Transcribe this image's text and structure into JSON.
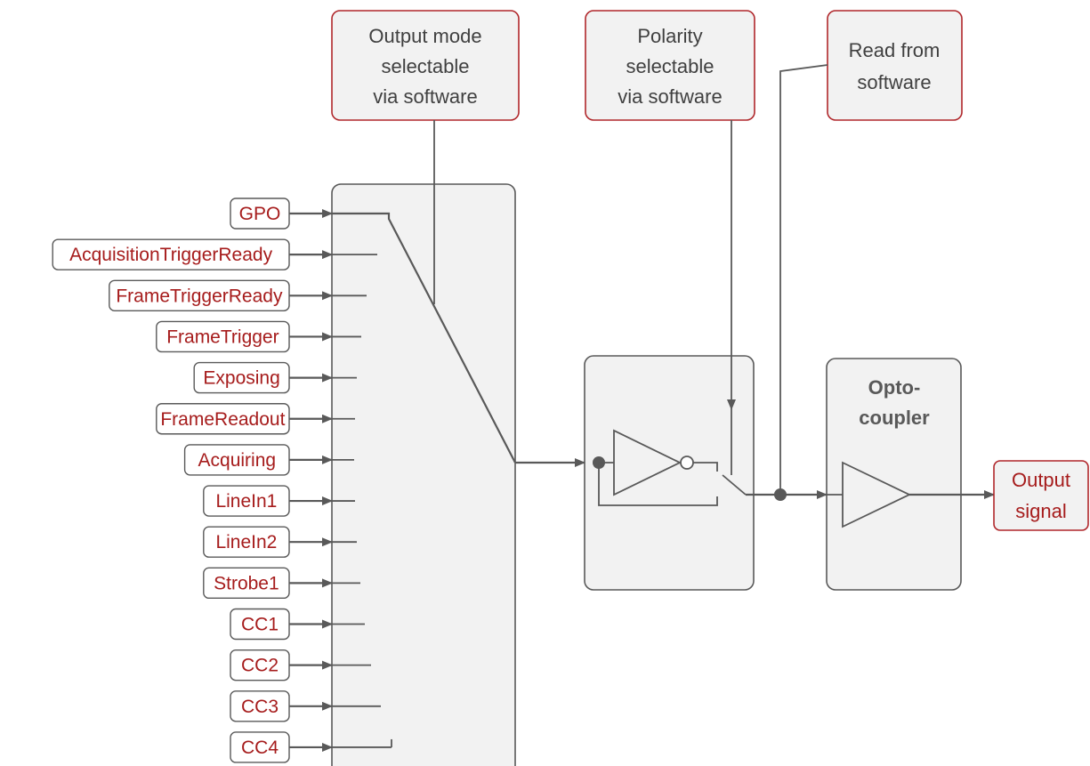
{
  "notes": {
    "output_mode": [
      "Output mode",
      "selectable",
      "via software"
    ],
    "polarity": [
      "Polarity",
      "selectable",
      "via software"
    ],
    "read_from": [
      "Read from",
      "software"
    ]
  },
  "signals": [
    "GPO",
    "AcquisitionTriggerReady",
    "FrameTriggerReady",
    "FrameTrigger",
    "Exposing",
    "FrameReadout",
    "Acquiring",
    "LineIn1",
    "LineIn2",
    "Strobe1",
    "CC1",
    "CC2",
    "CC3",
    "CC4"
  ],
  "optocoupler": [
    "Opto-",
    "coupler"
  ],
  "output": [
    "Output",
    "signal"
  ],
  "colors": {
    "signal_text": "#a61c1c",
    "box_border_red": "#b0272b",
    "box_fill": "#f2f2f2",
    "wire": "#595959"
  }
}
